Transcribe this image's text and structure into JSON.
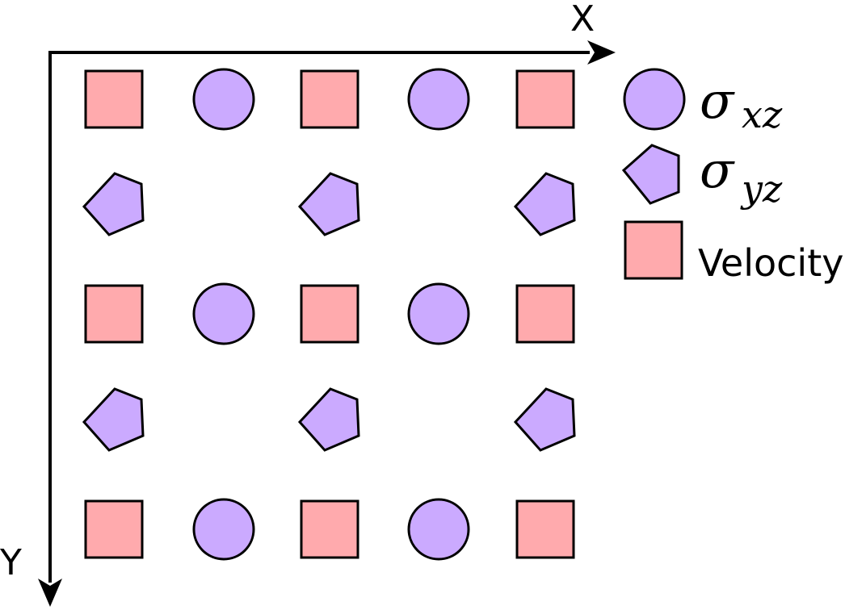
{
  "axes": {
    "x_label": "X",
    "y_label": "Y"
  },
  "colors": {
    "stress_fill": "#cbaaff",
    "velocity_fill": "#ffaaad",
    "stroke": "#000000"
  },
  "grid": {
    "rows": [
      [
        "velocity",
        "sigma_xz",
        "velocity",
        "sigma_xz",
        "velocity"
      ],
      [
        "sigma_yz",
        null,
        "sigma_yz",
        null,
        "sigma_yz"
      ],
      [
        "velocity",
        "sigma_xz",
        "velocity",
        "sigma_xz",
        "velocity"
      ],
      [
        "sigma_yz",
        null,
        "sigma_yz",
        null,
        "sigma_yz"
      ],
      [
        "velocity",
        "sigma_xz",
        "velocity",
        "sigma_xz",
        "velocity"
      ]
    ]
  },
  "legend": {
    "sigma_xz": {
      "symbol": "σ",
      "subscript": "xz",
      "icon": "circle"
    },
    "sigma_yz": {
      "symbol": "σ",
      "subscript": "yz",
      "icon": "pentagon"
    },
    "velocity": {
      "label": "Velocity",
      "icon": "square"
    }
  }
}
